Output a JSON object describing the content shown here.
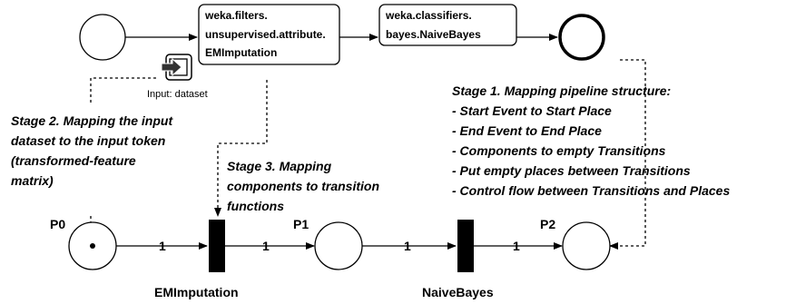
{
  "pipeline": {
    "filter_box": [
      "weka.filters.",
      "unsupervised.attribute.",
      "EMImputation"
    ],
    "classifier_box": [
      "weka.classifiers.",
      "bayes.NaiveBayes"
    ],
    "input_label": "Input: dataset"
  },
  "stage1": [
    "Stage 1. Mapping pipeline structure:",
    "- Start Event to Start Place",
    "- End Event to End Place",
    "- Components to empty Transitions",
    "- Put empty places between Transitions",
    "- Control flow between Transitions and Places"
  ],
  "stage2": [
    "Stage 2. Mapping the input",
    "dataset to the input token",
    "(transformed-feature",
    "matrix)"
  ],
  "stage3": [
    "Stage 3. Mapping",
    "components to transition",
    "functions"
  ],
  "petri": {
    "places": [
      "P0",
      "P1",
      "P2"
    ],
    "transitions": [
      "EMImputation",
      "NaiveBayes"
    ],
    "arc_weights": [
      "1",
      "1",
      "1",
      "1"
    ]
  }
}
